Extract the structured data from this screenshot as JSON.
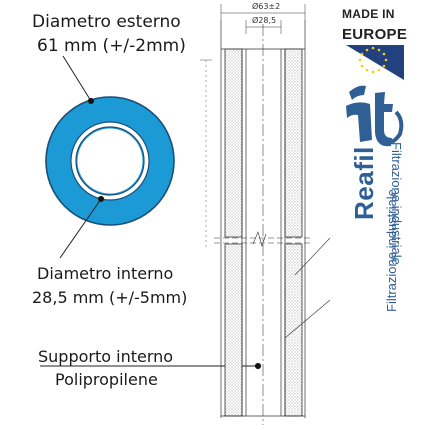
{
  "labels": {
    "outer_diameter_title": "Diametro esterno",
    "outer_diameter_value": "61 mm (+/-2mm)",
    "inner_diameter_title": "Diametro interno",
    "inner_diameter_value": "28,5 mm (+/-5mm)",
    "support_title": "Supporto interno",
    "support_value": "Polipropilene"
  },
  "drawing": {
    "dim_outer": "Ø63±2",
    "dim_inner": "Ø28,5"
  },
  "badge": {
    "line1": "MADE IN",
    "line2": "EUROPE",
    "flag_name": "eu-flag-icon"
  },
  "brand": {
    "name": "Reafil",
    "tagline": "Filtrazione industriale",
    "tagline_mirrored": "Filtrazione industriale",
    "logo_name": "reafil-logo-icon"
  },
  "colors": {
    "ring_blue": "#1c9ad6",
    "ring_outline": "#1b4f76",
    "brand_blue": "#2f5f95",
    "flag_blue": "#24417f",
    "flag_star": "#f5d000",
    "hatch": "#888888"
  }
}
